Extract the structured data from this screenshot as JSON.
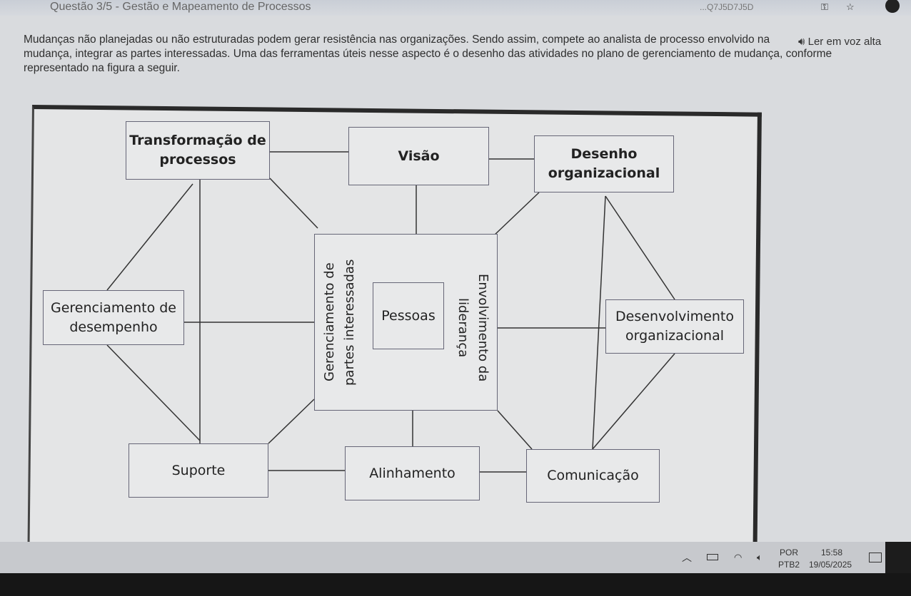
{
  "browser": {
    "question_title": "Questão 3/5 - Gestão e Mapeamento de Processos",
    "address_fragment": "...Q7J5D7J5D"
  },
  "question": {
    "read_aloud": "Ler em voz alta",
    "text": "Mudanças não planejadas ou não estruturadas podem gerar resistência nas organizações. Sendo assim, compete ao analista de processo envolvido na mudança, integrar as partes interessadas. Uma das ferramentas úteis nesse aspecto é o desenho das atividades no plano de gerenciamento de mudança, conforme representado na figura a seguir."
  },
  "diagram": {
    "transformacao": "Transformação de processos",
    "visao": "Visão",
    "desenho": "Desenho organizacional",
    "gerenciamento_desempenho": "Gerenciamento de desempenho",
    "gerenciamento_partes": "Gerenciamento de partes interessadas",
    "pessoas": "Pessoas",
    "envolvimento": "Envolvimento da liderança",
    "desenvolvimento": "Desenvolvimento organizacional",
    "suporte": "Suporte",
    "alinhamento": "Alinhamento",
    "comunicacao": "Comunicação"
  },
  "taskbar": {
    "lang1": "POR",
    "lang2": "PTB2",
    "time": "15:58",
    "date": "19/05/2025"
  }
}
